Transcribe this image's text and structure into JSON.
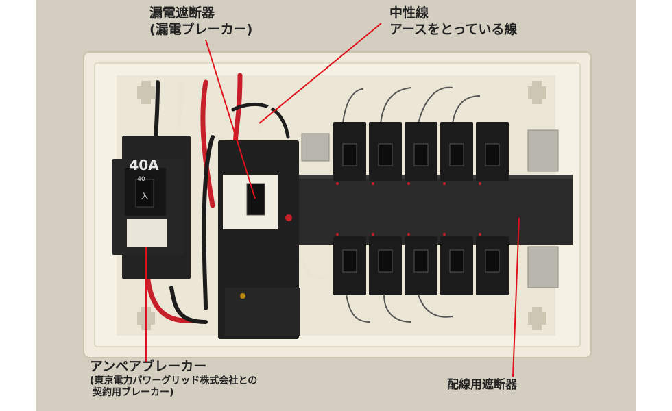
{
  "labels": {
    "leakage": {
      "line1": "漏電遮断器",
      "line2": "(漏電ブレーカー)"
    },
    "neutral": {
      "line1": "中性線",
      "line2": "アースをとっている線"
    },
    "ampere": {
      "line1": "アンペアブレーカー",
      "line2": "(東京電力パワーグリッド株式会社との",
      "line3": "契約用ブレーカー)"
    },
    "branch": {
      "line1": "配線用遮断器"
    }
  },
  "device_marks": {
    "ampere_rating": "40A",
    "ampere_small": "40",
    "handle_mark": "入"
  },
  "colors": {
    "leader": "#e0101a",
    "panel_bg": "#f1ede0",
    "breaker_black": "#1c1c1c",
    "wire_red": "#c8202a"
  }
}
